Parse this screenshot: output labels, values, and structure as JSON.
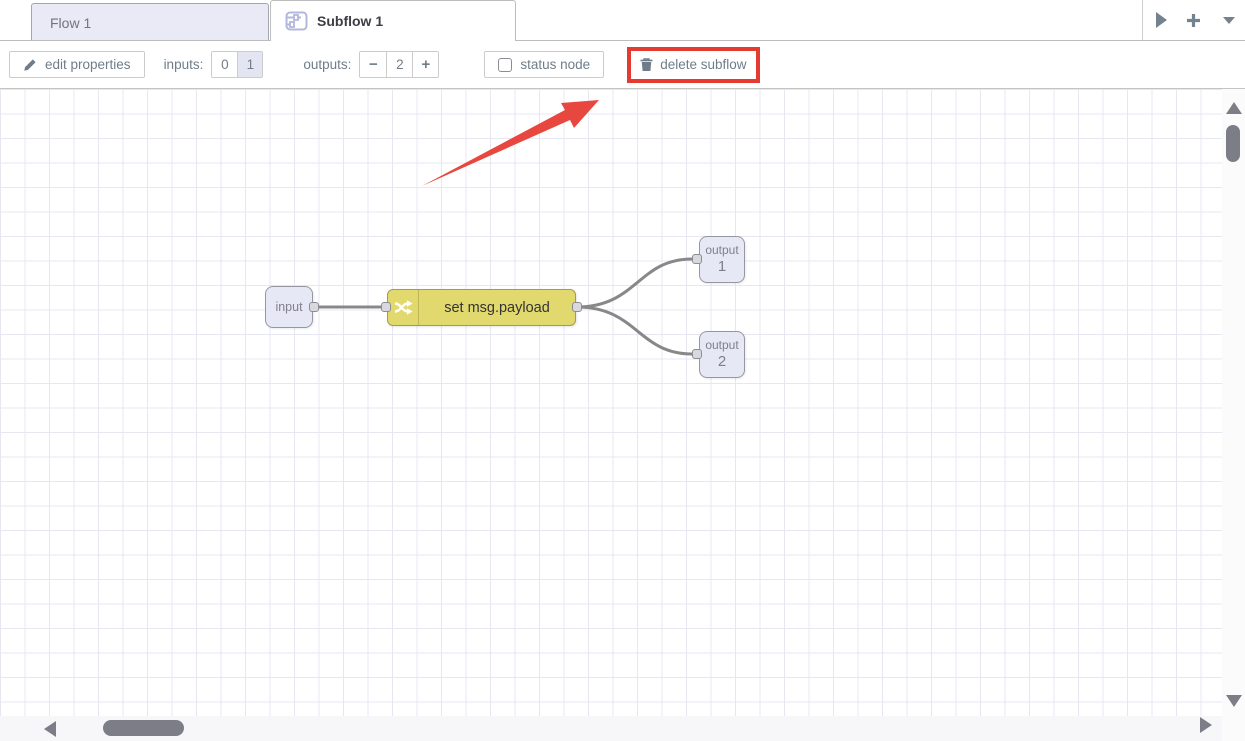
{
  "tab_bar": {
    "flow_tab": "Flow 1",
    "subflow_tab": "Subflow 1"
  },
  "toolbar": {
    "edit_properties_label": "edit properties",
    "inputs_label": "inputs:",
    "inputs_option_0": "0",
    "inputs_option_1": "1",
    "inputs_selected": "1",
    "outputs_label": "outputs:",
    "outputs_decrease": "−",
    "outputs_value": "2",
    "outputs_increase": "+",
    "status_node_label": "status node",
    "status_node_checked": false,
    "delete_subflow_label": "delete subflow"
  },
  "canvas": {
    "nodes": {
      "input": {
        "label": "input"
      },
      "change": {
        "label": "set msg.payload"
      },
      "output1": {
        "label": "output",
        "number": "1"
      },
      "output2": {
        "label": "output",
        "number": "2"
      }
    }
  },
  "icons": {
    "subflow_tab_icon": "subflow-schematic",
    "edit_icon": "pencil",
    "delete_icon": "trash",
    "change_node_icon": "shuffle-arrows"
  },
  "colors": {
    "annotation_red": "#e53a30",
    "arrow_red": "#e7473e",
    "change_node_yellow": "#e2d96e",
    "port_node_fill": "#e6e8f6",
    "inactive_tab_fill": "#e9eaf5",
    "selected_segment_fill": "#e3e5f3",
    "wire_gray": "#888888",
    "grid_line": "#e7e7f3",
    "toolbar_text": "#6f7d8a",
    "scrollbar_gray": "#7d7d88"
  }
}
